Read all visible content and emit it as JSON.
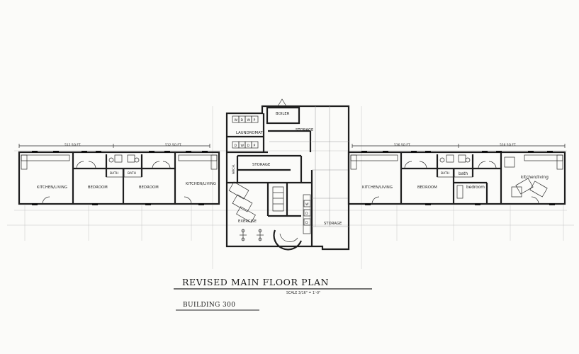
{
  "drawing": {
    "title": "REVISED MAIN FLOOR PLAN",
    "scale": "SCALE 3/16\" = 1'-0\"",
    "building": "BUILDING 300"
  },
  "units": {
    "left_a_area": "512 SQ FT.",
    "left_b_area": "512 SQ FT.",
    "right_a_area": "536 SQ FT.",
    "right_b_area": "536 SQ FT."
  },
  "rooms": {
    "left_kitchen": "KITCHEN/LIVING",
    "left_bed_1": "BEDROOM",
    "left_bed_2": "BEDROOM",
    "left_kitchen_2": "KITCHEN/LIVING",
    "left_bath_1": "BATH",
    "left_bath_2": "BATH",
    "boiler": "BOILER",
    "laundromat": "LAUNDROMAT",
    "storage_top": "STORAGE",
    "storage_mid": "STORAGE",
    "storage_bottom": "STORAGE",
    "exercise": "EXERCISE",
    "arch": "ARCH.",
    "right_kitchen": "KITCHEN/LIVING",
    "right_bed_1": "BEDROOM",
    "right_bath_1": "BATH",
    "right_bath_2": "bath",
    "right_bed_2": "bedroom",
    "right_kitchen_2": "kitchen/living"
  },
  "laundry": {
    "top_row": [
      "W",
      "D",
      "W",
      "P"
    ],
    "bottom_row": [
      "D",
      "W",
      "D",
      "P"
    ],
    "corridor": [
      "W",
      "D",
      "D"
    ]
  }
}
